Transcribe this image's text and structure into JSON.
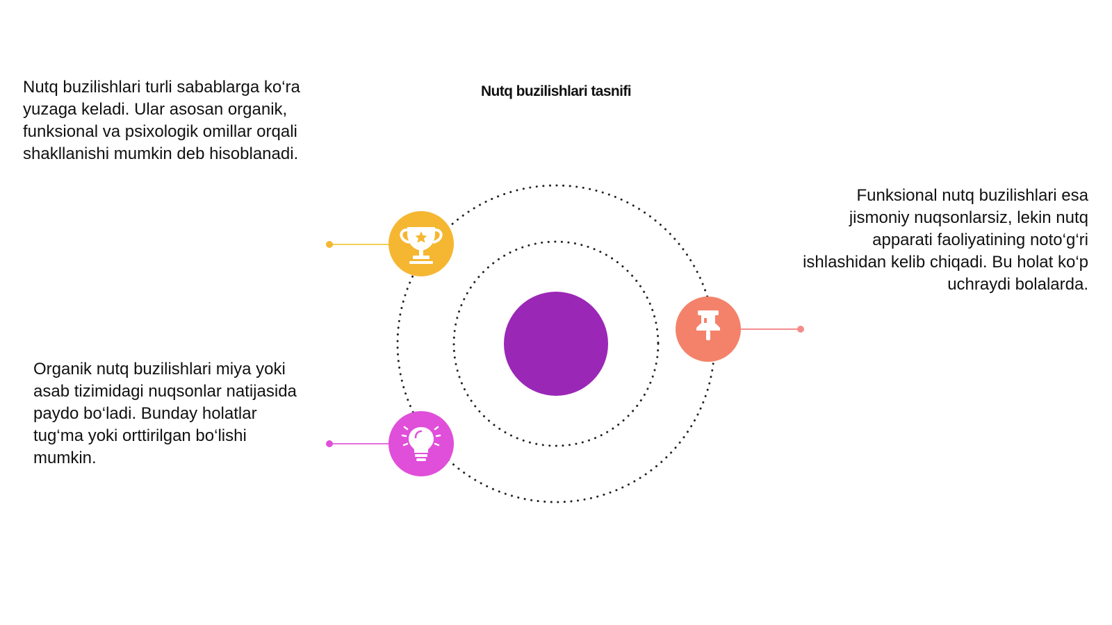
{
  "title": "Nutq buzilishlari tasnifi",
  "paragraphs": {
    "top_left": "Nutq buzilishlari turli sabablarga ko‘ra yuzaga keladi. Ular asosan organik, funksional va psixologik omillar orqali shakllanishi mumkin deb hisoblanadi.",
    "bottom_left": "Organik nutq buzilishlari miya yoki asab tizimidagi nuqsonlar natijasida paydo bo‘ladi. Bunday holatlar tug‘ma yoki orttirilgan bo‘lishi mumkin.",
    "right": "Funksional nutq buzilishlari esa jismoniy nuqsonlarsiz, lekin nutq apparati faoliyatining noto‘g‘ri ishlashidan kelib chiqadi. Bu holat ko‘p uchraydi bolalarda."
  },
  "nodes": [
    {
      "id": "trophy",
      "icon": "trophy-icon",
      "color": "#f5b731",
      "line_color": "#f3cf55"
    },
    {
      "id": "bulb",
      "icon": "lightbulb-icon",
      "color": "#e04fd9",
      "line_color": "#e36fdd"
    },
    {
      "id": "pin",
      "icon": "pushpin-icon",
      "color": "#f4826a",
      "line_color": "#f58c8c"
    }
  ],
  "center_color": "#9b27b7"
}
